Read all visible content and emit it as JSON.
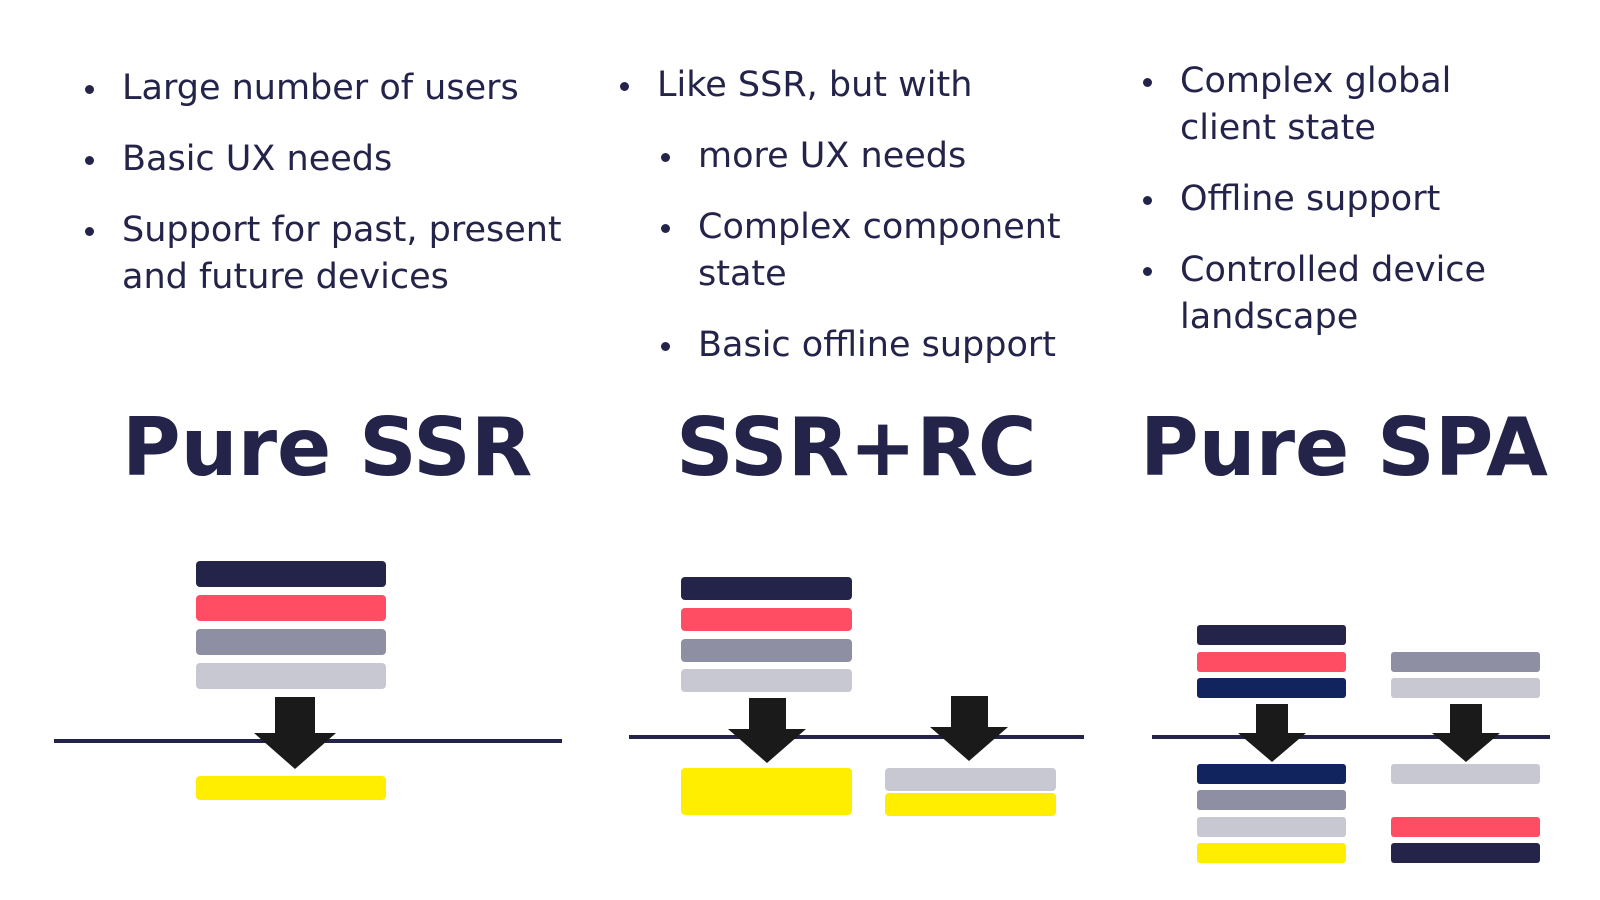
{
  "columns": [
    {
      "title": "Pure SSR",
      "bullets": [
        "Large number of users",
        "Basic UX needs",
        "Support for past, present and future devices"
      ]
    },
    {
      "title": "SSR+RC",
      "bullets": [
        "Like SSR, but with"
      ],
      "sub_bullets": [
        "more UX needs",
        "Complex component state",
        "Basic offline support"
      ]
    },
    {
      "title": "Pure SPA",
      "bullets": [
        "Complex global client state",
        "Offline support",
        "Controlled device landscape"
      ]
    }
  ],
  "colors": {
    "navy": "#24244a",
    "deep_blue": "#12245e",
    "coral": "#ff4d64",
    "gray": "#8f8fa3",
    "light_gray": "#c8c8d2",
    "yellow": "#ffee00",
    "arrow": "#1a1a1a"
  }
}
